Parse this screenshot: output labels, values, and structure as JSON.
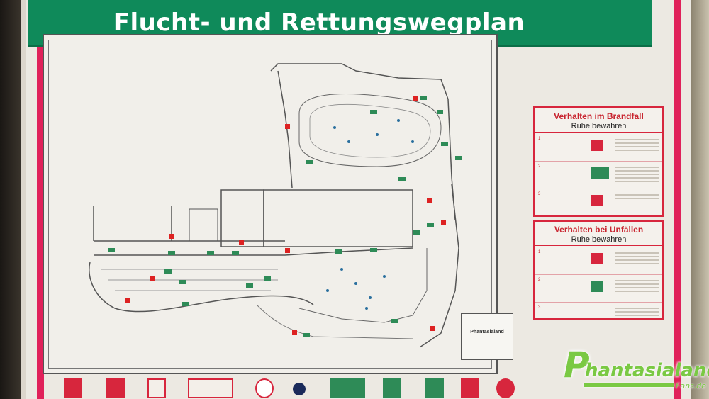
{
  "sign": {
    "title": "Flucht- und Rettungswegplan"
  },
  "fire_box": {
    "heading": "Verhalten im Brandfall",
    "subheading": "Ruhe bewahren",
    "step_numbers": [
      "1",
      "2",
      "3"
    ]
  },
  "accident_box": {
    "heading": "Verhalten bei Unfällen",
    "subheading": "Ruhe bewahren",
    "step_numbers": [
      "1",
      "2",
      "3"
    ]
  },
  "plan_stamp": {
    "brand": "Phantasialand"
  },
  "watermark": {
    "logo_text": "hantasialand",
    "logo_initial": "P",
    "subtext": "Fans.de"
  },
  "colors": {
    "title_green": "#0f8a5a",
    "frame_red": "#e0215a",
    "box_red": "#d7263d",
    "logo_green": "#7ac943"
  },
  "icons": [
    "fire-alarm-icon",
    "ladder-icon",
    "fire-call-point-icon",
    "no-elevator-icon",
    "fire-extinguisher-icon",
    "emergency-exit-icon",
    "first-aid-icon",
    "first-aid-cross-icon",
    "emergency-phone-icon",
    "assembly-point-icon"
  ]
}
